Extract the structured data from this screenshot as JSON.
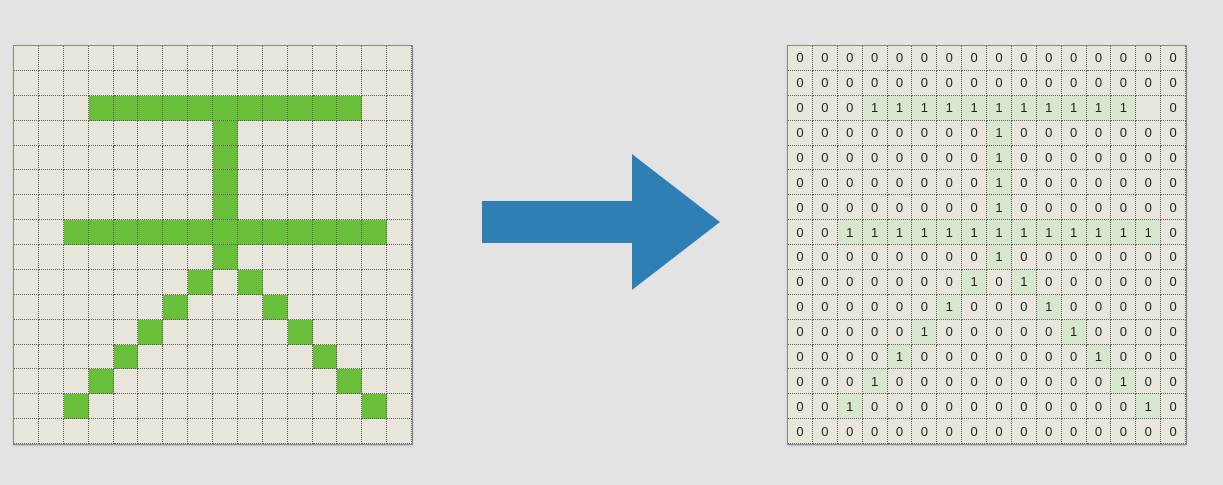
{
  "diagram": {
    "pixel_grid": {
      "on_color": "#6abf3a",
      "off_color": "#e8e6da",
      "rows": [
        "0000000000000000",
        "0000000000000000",
        "0001111111111100",
        "0000000010000000",
        "0000000010000000",
        "0000000010000000",
        "0000000010000000",
        "0011111111111110",
        "0000000010000000",
        "0000000101000000",
        "0000001000100000",
        "0000010000010000",
        "0000100000001000",
        "0001000000000100",
        "0010000000000010",
        "0000000000000000"
      ]
    },
    "arrow": {
      "icon": "right-arrow-icon",
      "color": "#2f7fb5"
    },
    "matrix": {
      "highlight_color": "#d6e6cf",
      "rows": [
        [
          "0",
          "0",
          "0",
          "0",
          "0",
          "0",
          "0",
          "0",
          "0",
          "0",
          "0",
          "0",
          "0",
          "0",
          "0",
          "0"
        ],
        [
          "0",
          "0",
          "0",
          "0",
          "0",
          "0",
          "0",
          "0",
          "0",
          "0",
          "0",
          "0",
          "0",
          "0",
          "0",
          "0"
        ],
        [
          "0",
          "0",
          "0",
          "1",
          "1",
          "1",
          "1",
          "1",
          "1",
          "1",
          "1",
          "1",
          "1",
          "1",
          "",
          "0"
        ],
        [
          "0",
          "0",
          "0",
          "0",
          "0",
          "0",
          "0",
          "0",
          "1",
          "0",
          "0",
          "0",
          "0",
          "0",
          "0",
          "0"
        ],
        [
          "0",
          "0",
          "0",
          "0",
          "0",
          "0",
          "0",
          "0",
          "1",
          "0",
          "0",
          "0",
          "0",
          "0",
          "0",
          "0"
        ],
        [
          "0",
          "0",
          "0",
          "0",
          "0",
          "0",
          "0",
          "0",
          "1",
          "0",
          "0",
          "0",
          "0",
          "0",
          "0",
          "0"
        ],
        [
          "0",
          "0",
          "0",
          "0",
          "0",
          "0",
          "0",
          "0",
          "1",
          "0",
          "0",
          "0",
          "0",
          "0",
          "0",
          "0"
        ],
        [
          "0",
          "0",
          "1",
          "1",
          "1",
          "1",
          "1",
          "1",
          "1",
          "1",
          "1",
          "1",
          "1",
          "1",
          "1",
          "0"
        ],
        [
          "0",
          "0",
          "0",
          "0",
          "0",
          "0",
          "0",
          "0",
          "1",
          "0",
          "0",
          "0",
          "0",
          "0",
          "0",
          "0"
        ],
        [
          "0",
          "0",
          "0",
          "0",
          "0",
          "0",
          "0",
          "1",
          "0",
          "1",
          "0",
          "0",
          "0",
          "0",
          "0",
          "0"
        ],
        [
          "0",
          "0",
          "0",
          "0",
          "0",
          "0",
          "1",
          "0",
          "0",
          "0",
          "1",
          "0",
          "0",
          "0",
          "0",
          "0"
        ],
        [
          "0",
          "0",
          "0",
          "0",
          "0",
          "1",
          "0",
          "0",
          "0",
          "0",
          "0",
          "1",
          "0",
          "0",
          "0",
          "0"
        ],
        [
          "0",
          "0",
          "0",
          "0",
          "1",
          "0",
          "0",
          "0",
          "0",
          "0",
          "0",
          "0",
          "1",
          "0",
          "0",
          "0"
        ],
        [
          "0",
          "0",
          "0",
          "1",
          "0",
          "0",
          "0",
          "0",
          "0",
          "0",
          "0",
          "0",
          "0",
          "1",
          "0",
          "0"
        ],
        [
          "0",
          "0",
          "1",
          "0",
          "0",
          "0",
          "0",
          "0",
          "0",
          "0",
          "0",
          "0",
          "0",
          "0",
          "1",
          "0"
        ],
        [
          "0",
          "0",
          "0",
          "0",
          "0",
          "0",
          "0",
          "0",
          "0",
          "0",
          "0",
          "0",
          "0",
          "0",
          "0",
          "0"
        ]
      ]
    }
  }
}
